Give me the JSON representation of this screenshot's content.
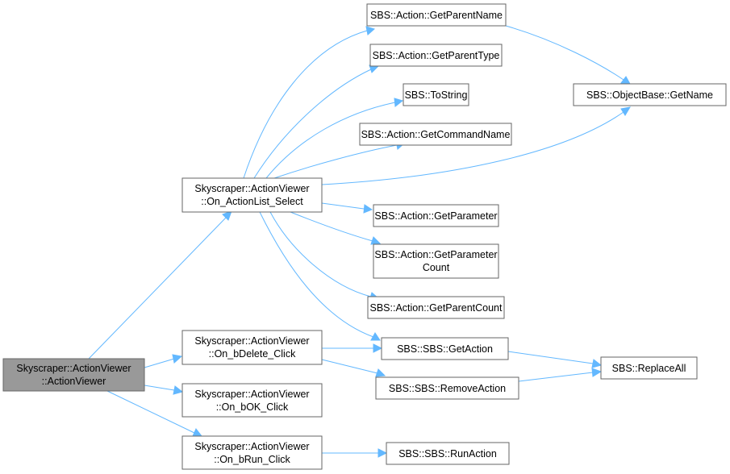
{
  "graph": {
    "nodes": {
      "root": [
        "Skyscraper::ActionViewer",
        "::ActionViewer"
      ],
      "on_actionlist_select": [
        "Skyscraper::ActionViewer",
        "::On_ActionList_Select"
      ],
      "on_bdelete_click": [
        "Skyscraper::ActionViewer",
        "::On_bDelete_Click"
      ],
      "on_bok_click": [
        "Skyscraper::ActionViewer",
        "::On_bOK_Click"
      ],
      "on_brun_click": [
        "Skyscraper::ActionViewer",
        "::On_bRun_Click"
      ],
      "get_parent_name": [
        "SBS::Action::GetParentName"
      ],
      "get_parent_type": [
        "SBS::Action::GetParentType"
      ],
      "to_string": [
        "SBS::ToString"
      ],
      "get_command_name": [
        "SBS::Action::GetCommandName"
      ],
      "objectbase_get_name": [
        "SBS::ObjectBase::GetName"
      ],
      "get_parameter": [
        "SBS::Action::GetParameter"
      ],
      "get_parameter_count": [
        "SBS::Action::GetParameter",
        "Count"
      ],
      "get_parent_count": [
        "SBS::Action::GetParentCount"
      ],
      "sbs_get_action": [
        "SBS::SBS::GetAction"
      ],
      "sbs_remove_action": [
        "SBS::SBS::RemoveAction"
      ],
      "replace_all": [
        "SBS::ReplaceAll"
      ],
      "sbs_run_action": [
        "SBS::SBS::RunAction"
      ]
    },
    "edges": [
      [
        "root",
        "on_actionlist_select"
      ],
      [
        "root",
        "on_bdelete_click"
      ],
      [
        "root",
        "on_bok_click"
      ],
      [
        "root",
        "on_brun_click"
      ],
      [
        "on_actionlist_select",
        "get_parent_name"
      ],
      [
        "on_actionlist_select",
        "get_parent_type"
      ],
      [
        "on_actionlist_select",
        "to_string"
      ],
      [
        "on_actionlist_select",
        "get_command_name"
      ],
      [
        "on_actionlist_select",
        "objectbase_get_name"
      ],
      [
        "on_actionlist_select",
        "get_parameter"
      ],
      [
        "on_actionlist_select",
        "get_parameter_count"
      ],
      [
        "on_actionlist_select",
        "get_parent_count"
      ],
      [
        "on_actionlist_select",
        "sbs_get_action"
      ],
      [
        "get_parent_name",
        "objectbase_get_name"
      ],
      [
        "on_bdelete_click",
        "sbs_get_action"
      ],
      [
        "on_bdelete_click",
        "sbs_remove_action"
      ],
      [
        "sbs_get_action",
        "replace_all"
      ],
      [
        "sbs_remove_action",
        "replace_all"
      ],
      [
        "on_brun_click",
        "sbs_run_action"
      ]
    ],
    "colors": {
      "edge": "#63b8ff",
      "node_border": "#666666",
      "root_fill": "#999999",
      "node_fill": "#ffffff"
    }
  }
}
